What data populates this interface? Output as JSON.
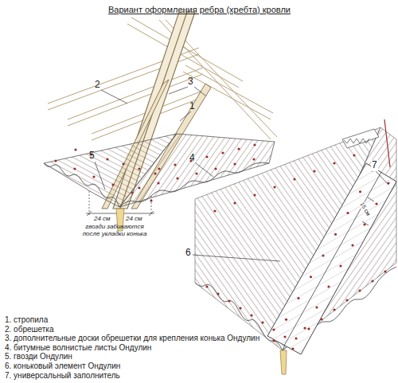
{
  "diagram": {
    "title": "Вариант оформления ребра (хребта) кровли",
    "labels": [
      "2",
      "3",
      "1",
      "4",
      "5",
      "24 см",
      "24 см",
      "гвозди забиваются после укладки конька",
      "7",
      "15 см",
      "6",
      "1. стропила",
      "2. обрешетка",
      "3. дополнительные доски обрешетки для крепления конька Ондулин",
      "4. битумные волнистые листы Ондулин",
      "5. гвозди Ондулин",
      "6. коньковый элемент Ондулин",
      "7. универсальный заполнитель"
    ]
  }
}
